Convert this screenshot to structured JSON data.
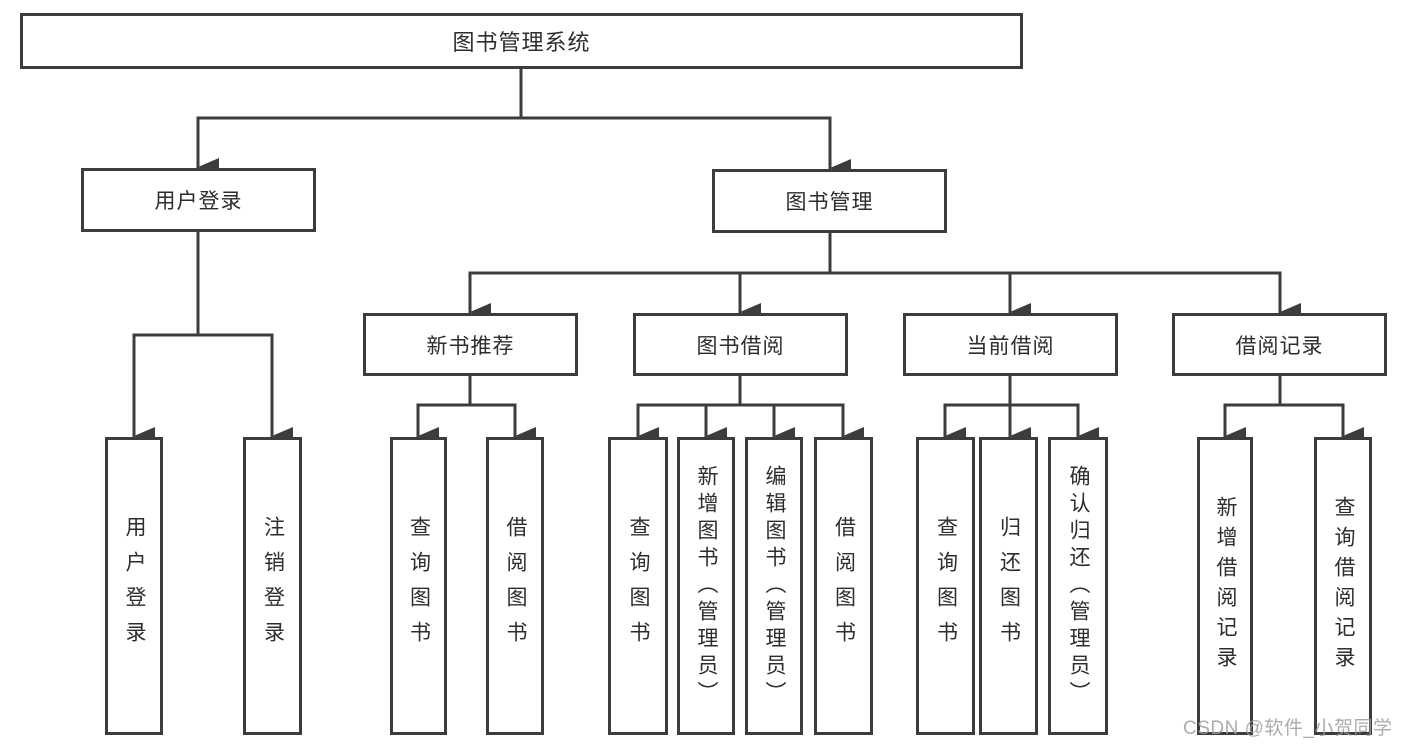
{
  "diagram": {
    "root": {
      "label": "图书管理系统"
    },
    "level2": [
      {
        "label": "用户登录"
      },
      {
        "label": "图书管理"
      }
    ],
    "level3": [
      {
        "label": "新书推荐"
      },
      {
        "label": "图书借阅"
      },
      {
        "label": "当前借阅"
      },
      {
        "label": "借阅记录"
      }
    ],
    "leaves": [
      {
        "label": "用户登录"
      },
      {
        "label": "注销登录"
      },
      {
        "label": "查询图书"
      },
      {
        "label": "借阅图书"
      },
      {
        "label": "查询图书"
      },
      {
        "label": "新增图书（管理员）"
      },
      {
        "label": "编辑图书（管理员）"
      },
      {
        "label": "借阅图书"
      },
      {
        "label": "查询图书"
      },
      {
        "label": "归还图书"
      },
      {
        "label": "确认归还（管理员）"
      },
      {
        "label": "新增借阅记录"
      },
      {
        "label": "查询借阅记录"
      }
    ],
    "watermark": "CSDN @软件_小贺同学",
    "colors": {
      "line": "#3c3c3c",
      "text": "#2d2d2d",
      "watermark": "#9e9e9e"
    }
  }
}
